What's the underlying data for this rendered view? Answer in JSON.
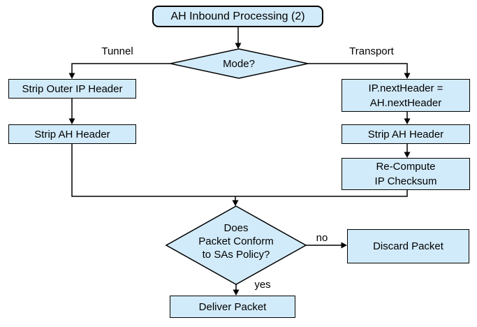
{
  "diagram": {
    "title": "AH Inbound Processing (2)",
    "colors": {
      "background": "#ffffff",
      "node_fill": "#d2ebfa",
      "node_border": "#000000",
      "line": "#000000"
    },
    "nodes": {
      "start": {
        "label": "AH Inbound Processing (2)"
      },
      "mode": {
        "label": "Mode?"
      },
      "strip_outer_ip": {
        "label": "Strip Outer IP Header"
      },
      "strip_ah_tunnel": {
        "label": "Strip AH Header"
      },
      "set_next_header": {
        "line1": "IP.nextHeader =",
        "line2": "AH.nextHeader"
      },
      "strip_ah_transport": {
        "label": "Strip AH Header"
      },
      "recompute_checksum": {
        "line1": "Re-Compute",
        "line2": "IP Checksum"
      },
      "policy_check": {
        "line1": "Does",
        "line2": "Packet Conform",
        "line3": "to SAs Policy?"
      },
      "discard_packet": {
        "label": "Discard Packet"
      },
      "deliver_packet": {
        "label": "Deliver Packet"
      }
    },
    "edge_labels": {
      "tunnel": "Tunnel",
      "transport": "Transport",
      "no": "no",
      "yes": "yes"
    }
  }
}
